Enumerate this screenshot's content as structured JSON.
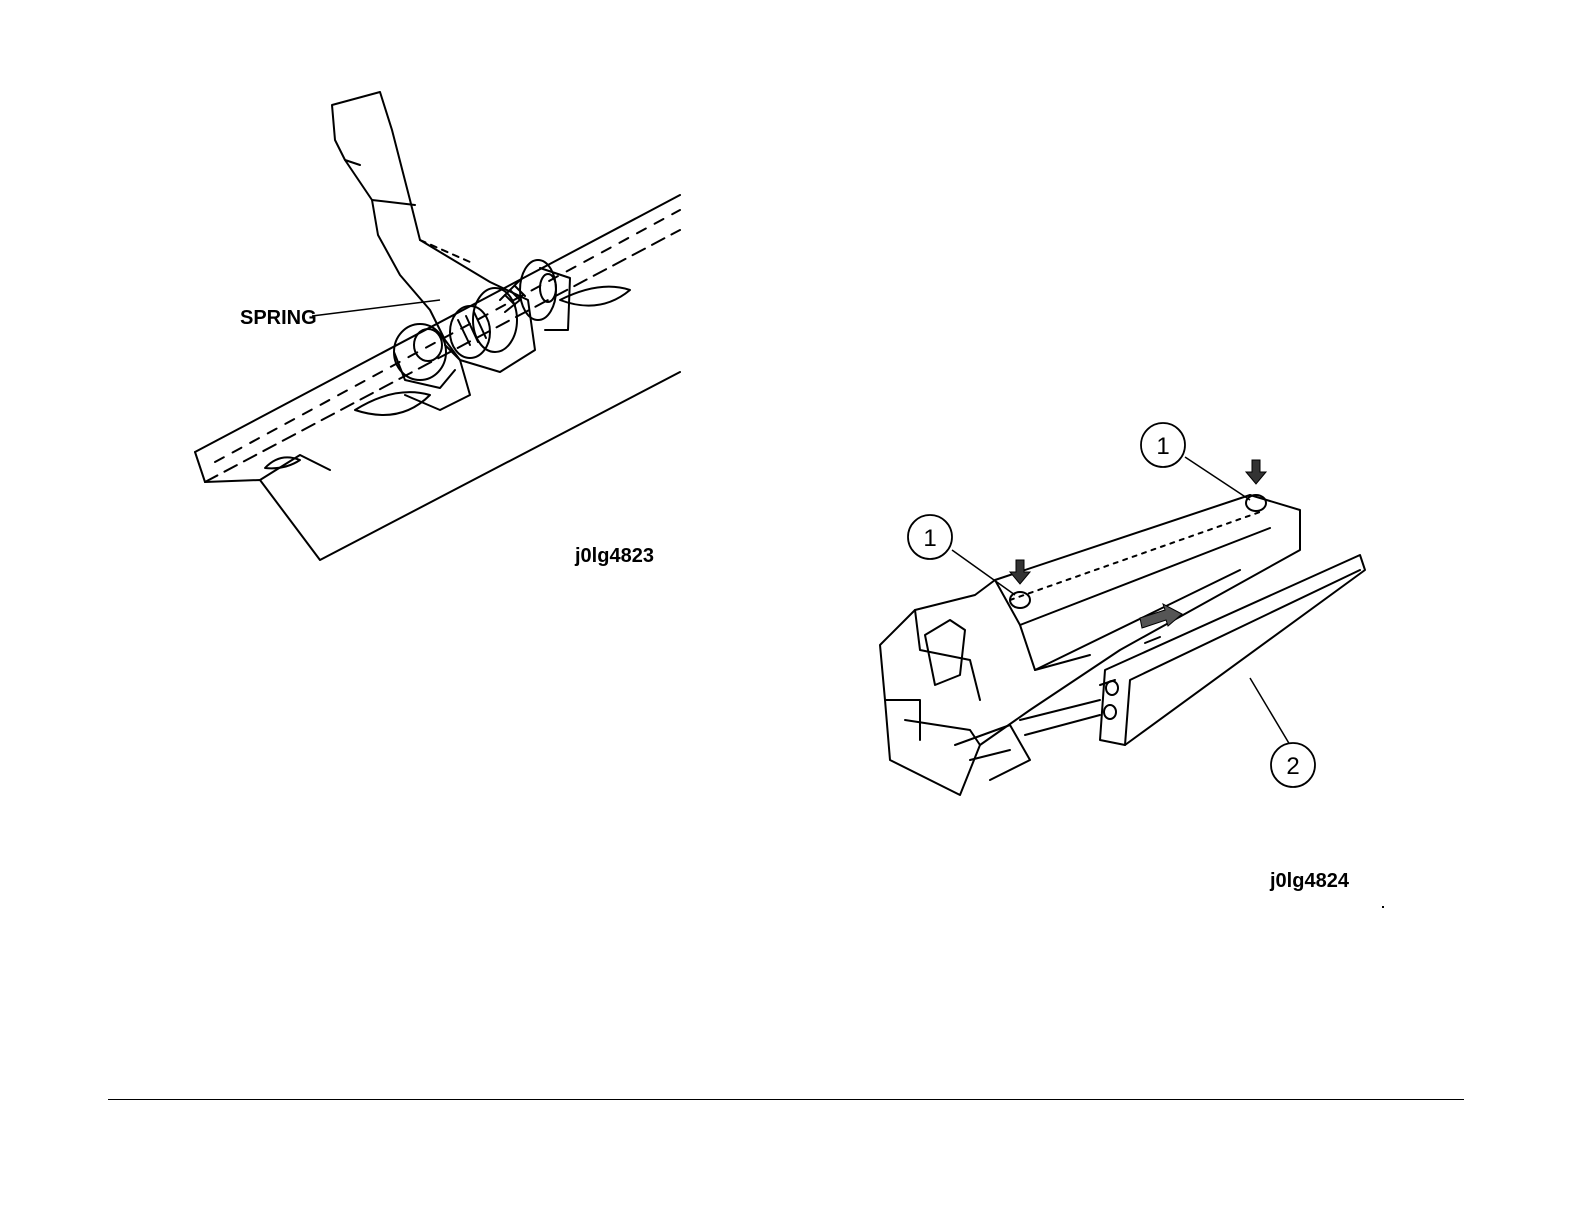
{
  "figure_left": {
    "callout_label": "SPRING",
    "figure_id": "j0lg4823"
  },
  "figure_right": {
    "callouts": [
      "1",
      "1",
      "2"
    ],
    "figure_id": "j0lg4824"
  },
  "colors": {
    "ink": "#000000",
    "paper": "#ffffff"
  }
}
